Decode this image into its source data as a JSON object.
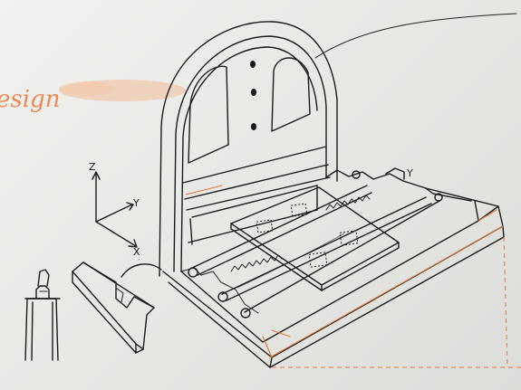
{
  "whiteboard": {
    "partial_heading": "esign",
    "axes": {
      "z_label": "Z",
      "y_label": "Y",
      "x_label": "X"
    },
    "bed_axis_label": "Y"
  },
  "colors": {
    "board": "#e9e9e7",
    "ink": "#1b1b1b",
    "marker_orange": "#e07a3c",
    "smudge": "#f2b48a"
  }
}
